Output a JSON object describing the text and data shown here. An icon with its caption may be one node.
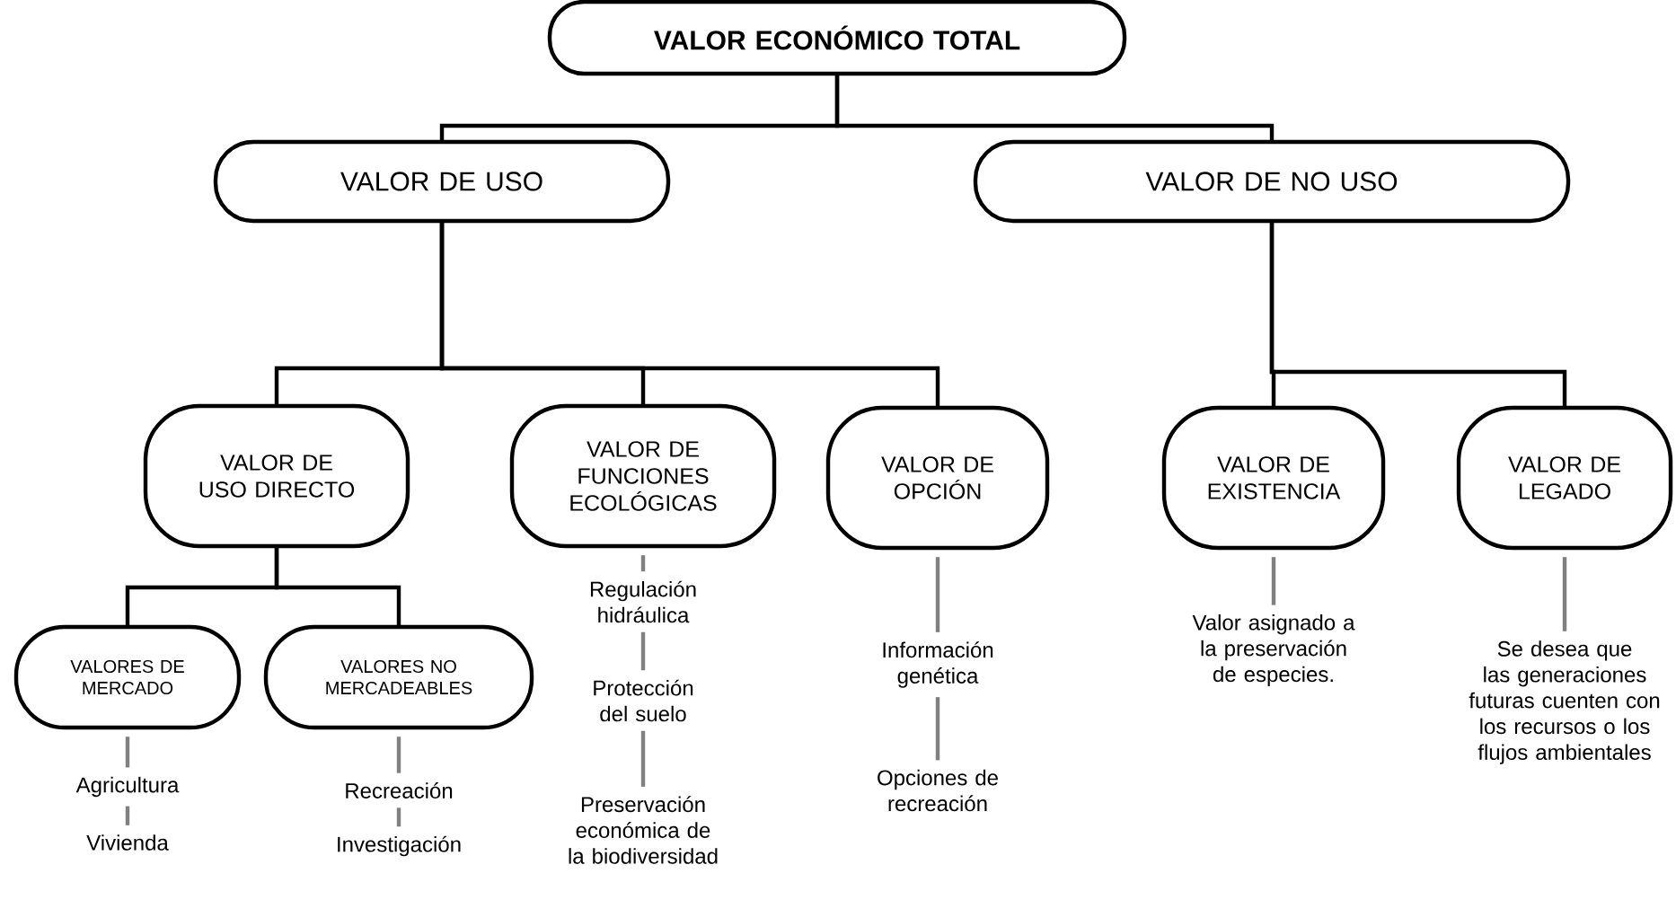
{
  "diagram": {
    "nodes": [
      {
        "text": [
          "VALOR ECONÓMICO TOTAL"
        ]
      },
      {
        "text": [
          "VALOR DE USO"
        ]
      },
      {
        "text": [
          "VALOR DE NO USO"
        ]
      },
      {
        "text": [
          "VALOR DE USO DIRECTO"
        ]
      },
      {
        "text": [
          "VALOR  DE FUNCIONES ECOLÓGICAS"
        ]
      },
      {
        "text": [
          "VALOR DE OPCIÓN"
        ]
      },
      {
        "text": [
          "VALOR DE EXISTENCIA"
        ]
      },
      {
        "text": [
          "VALOR DE LEGADO"
        ]
      },
      {
        "text": [
          "VALORES DE MERCADO"
        ]
      },
      {
        "text": [
          "VALORES NO MERCADEABLES"
        ]
      },
      {
        "text": [
          "Agricultura"
        ]
      },
      {
        "text": [
          "Vivienda"
        ]
      },
      {
        "text": [
          "Recreación"
        ]
      },
      {
        "text": [
          "Investigación"
        ]
      },
      {
        "text": [
          "Regulación hidráulica"
        ]
      },
      {
        "text": [
          "Protección del suelo"
        ]
      },
      {
        "text": [
          "Preservación económica de la biodiversidad"
        ]
      },
      {
        "text": [
          "Información genética"
        ]
      },
      {
        "text": [
          "Opciones de recreación"
        ]
      },
      {
        "text": [
          "Valor asignado a la preservación de especies."
        ]
      },
      {
        "text": [
          "Se desea que las generaciones futuras cuenten con los recursos o los flujos ambientales"
        ]
      }
    ],
    "edges": [
      {
        "from": 0,
        "to": 1,
        "arrow": "none",
        "color": "#000000"
      },
      {
        "from": 0,
        "to": 2,
        "arrow": "none",
        "color": "#000000"
      },
      {
        "from": 1,
        "to": 3,
        "arrow": "none",
        "color": "#000000"
      },
      {
        "from": 1,
        "to": 4,
        "arrow": "none",
        "color": "#000000"
      },
      {
        "from": 1,
        "to": 5,
        "arrow": "none",
        "color": "#000000"
      },
      {
        "from": 2,
        "to": 6,
        "arrow": "none",
        "color": "#000000"
      },
      {
        "from": 2,
        "to": 7,
        "arrow": "none",
        "color": "#000000"
      },
      {
        "from": 3,
        "to": 8,
        "arrow": "none",
        "color": "#000000"
      },
      {
        "from": 3,
        "to": 9,
        "arrow": "none",
        "color": "#000000"
      },
      {
        "from": 8,
        "to": 10,
        "arrow": "none"
      },
      {
        "from": 10,
        "to": 11,
        "arrow": "none"
      },
      {
        "from": 9,
        "to": 12,
        "arrow": "none"
      },
      {
        "from": 12,
        "to": 13,
        "arrow": "none"
      },
      {
        "from": 4,
        "to": 14,
        "arrow": "none"
      },
      {
        "from": 14,
        "to": 15,
        "arrow": "none"
      },
      {
        "from": 15,
        "to": 16,
        "arrow": "none"
      },
      {
        "from": 5,
        "to": 17,
        "arrow": "none"
      },
      {
        "from": 17,
        "to": 18,
        "arrow": "none"
      },
      {
        "from": 6,
        "to": 19,
        "arrow": "none"
      },
      {
        "from": 7,
        "to": 20,
        "arrow": "none"
      }
    ]
  }
}
